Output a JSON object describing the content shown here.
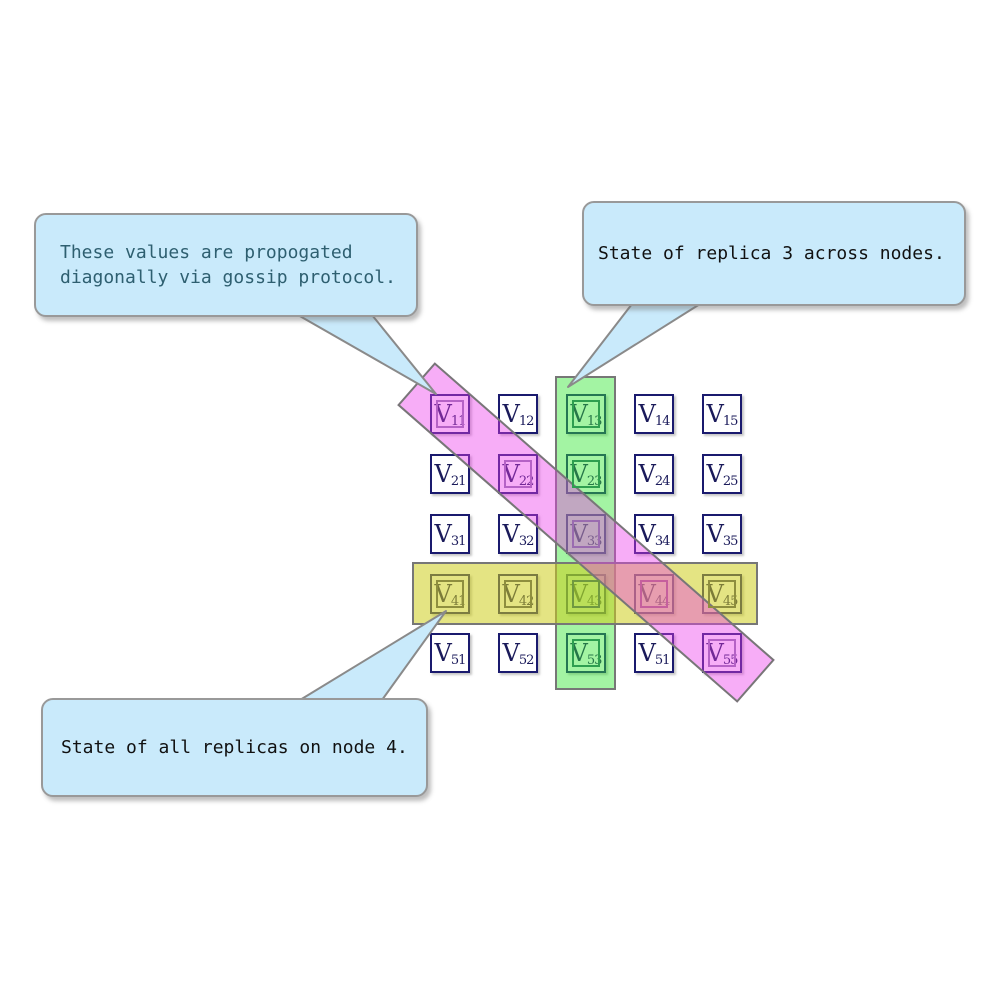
{
  "figure": {
    "v": "V",
    "subscripts": [
      "11",
      "12",
      "13",
      "14",
      "15",
      "21",
      "22",
      "23",
      "24",
      "25",
      "31",
      "32",
      "33",
      "34",
      "35",
      "41",
      "42",
      "43",
      "44",
      "45",
      "51",
      "52",
      "53",
      "51",
      "55"
    ],
    "callouts": {
      "gossip": {
        "line1": "These values are propogated",
        "line2": "diagonally via gossip protocol.",
        "text_color": "#2e5f70"
      },
      "replica": {
        "line1": "State of replica 3 across nodes.",
        "text_color": "#111111"
      },
      "node4": {
        "line1": "State of all replicas on node 4.",
        "text_color": "#111111"
      }
    },
    "colors": {
      "green_band": "rgba(50,230,50,0.45)",
      "yellow_band": "rgba(205,205,30,0.55)",
      "pink_band": "rgba(235,60,235,0.42)",
      "band_border": "#777777",
      "cell_border": "#1a1a6e",
      "cell_label": "#1a1a5a",
      "callout_fill": "#c9eafb",
      "callout_border": "#999999",
      "ring_green": "#2e9e50",
      "ring_olive": "#8e8e3e",
      "ring_olive_green": "#6f9840",
      "ring_violet": "#b562c6",
      "ring_violet_on_green": "#9a6bb0",
      "ring_rose": "#c55f9d"
    }
  }
}
